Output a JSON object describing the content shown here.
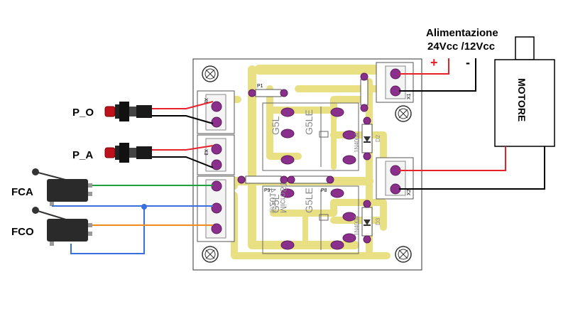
{
  "labels": {
    "supply_title": "Alimentazione",
    "supply_voltage": "24Vcc /12Vcc",
    "plus": "+",
    "minus": "-",
    "motor": "MOTORE",
    "p_o": "P_O",
    "p_a": "P_A",
    "fca": "FCA",
    "fco": "FCO"
  },
  "pcb": {
    "relay_1_left": "G5L",
    "relay_1_right": "G5LE",
    "relay_2_left": "G5L",
    "relay_2_right": "G5LE",
    "diode_1": "1N4004",
    "diode_2": "1N4004",
    "diode_1_ref": "D2",
    "diode_2_ref": "D3",
    "mark_p1": "P1",
    "mark_p9": "P9",
    "mark_p8": "P8",
    "mark_x1": "X1",
    "mark_x2": "X2",
    "mark_x3": "X3",
    "mark_x5": "X5",
    "logo_line1": "MicroST",
    "logo_line2": "©2014"
  },
  "wire_colors": {
    "red": "#e8212a",
    "black": "#000000",
    "green": "#20a040",
    "blue": "#3a6fe0",
    "orange": "#f08a1a",
    "trace": "#e8e083",
    "pad": "#8a2f8c"
  }
}
